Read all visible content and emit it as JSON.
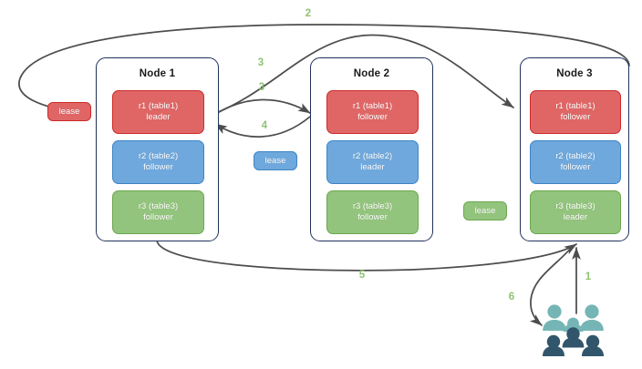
{
  "diagram": {
    "title": "distributed-sql-lease-transfer-diagram",
    "palette": {
      "replica_red": "#e06666",
      "replica_red_border": "#cc2b28",
      "replica_blue": "#6fa8dc",
      "replica_blue_border": "#3d85c6",
      "replica_green": "#93c47d",
      "replica_green_border": "#6aa84f",
      "node_border": "#20325c",
      "arrow": "#4d4d4d",
      "step_label": "#8fc272",
      "people_light": "#76b5b5",
      "people_dark": "#31566b"
    }
  },
  "nodes": [
    {
      "id": "node1",
      "title": "Node 1",
      "replicas": [
        {
          "id": "n1r1",
          "name": "r1 (table1)",
          "role": "leader",
          "color": "red"
        },
        {
          "id": "n1r2",
          "name": "r2 (table2)",
          "role": "follower",
          "color": "blue"
        },
        {
          "id": "n1r3",
          "name": "r3 (table3)",
          "role": "follower",
          "color": "green"
        }
      ]
    },
    {
      "id": "node2",
      "title": "Node 2",
      "replicas": [
        {
          "id": "n2r1",
          "name": "r1 (table1)",
          "role": "follower",
          "color": "red"
        },
        {
          "id": "n2r2",
          "name": "r2 (table2)",
          "role": "leader",
          "color": "blue"
        },
        {
          "id": "n2r3",
          "name": "r3 (table3)",
          "role": "follower",
          "color": "green"
        }
      ]
    },
    {
      "id": "node3",
      "title": "Node 3",
      "replicas": [
        {
          "id": "n3r1",
          "name": "r1 (table1)",
          "role": "follower",
          "color": "red"
        },
        {
          "id": "n3r2",
          "name": "r2 (table2)",
          "role": "follower",
          "color": "blue"
        },
        {
          "id": "n3r3",
          "name": "r3 (table3)",
          "role": "leader",
          "color": "green"
        }
      ]
    }
  ],
  "leases": [
    {
      "id": "lease-table1",
      "label": "lease",
      "color": "red"
    },
    {
      "id": "lease-table2",
      "label": "lease",
      "color": "blue"
    },
    {
      "id": "lease-table3",
      "label": "lease",
      "color": "green"
    }
  ],
  "steps": [
    {
      "id": "step-1",
      "label": "1"
    },
    {
      "id": "step-2",
      "label": "2"
    },
    {
      "id": "step-3a",
      "label": "3"
    },
    {
      "id": "step-3b",
      "label": "3"
    },
    {
      "id": "step-4",
      "label": "4"
    },
    {
      "id": "step-5",
      "label": "5"
    },
    {
      "id": "step-6",
      "label": "6"
    }
  ],
  "actor": {
    "id": "client-group",
    "icon": "people-group-icon"
  }
}
